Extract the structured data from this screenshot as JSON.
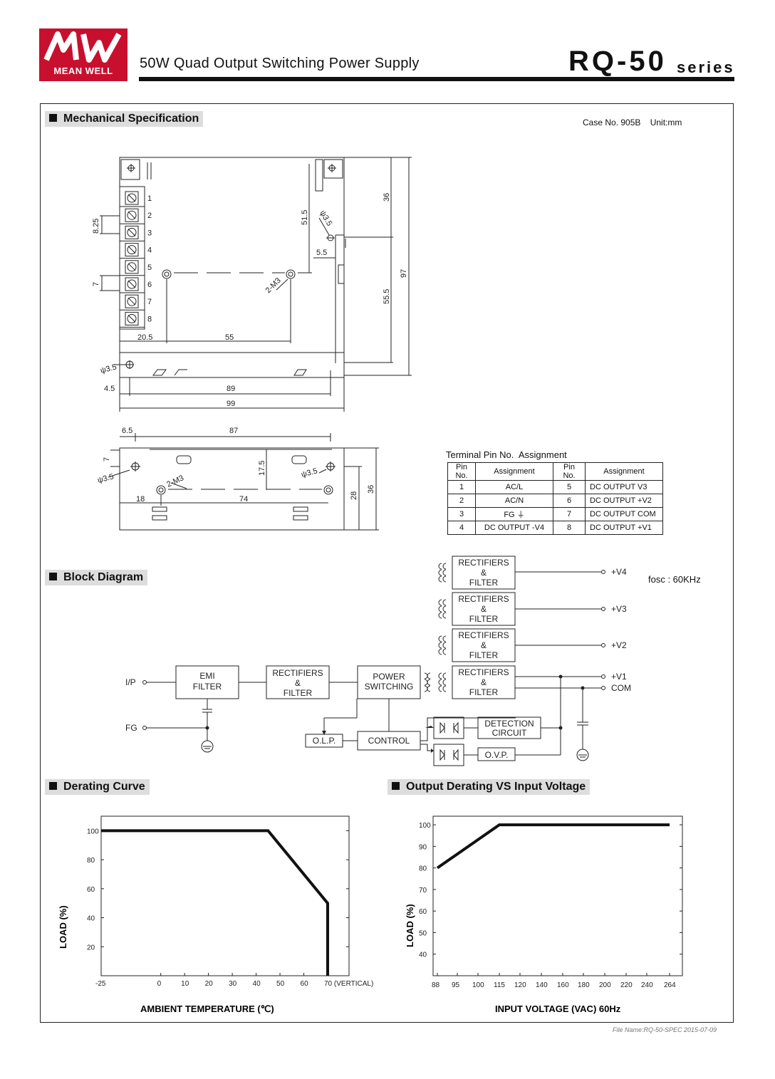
{
  "brand": {
    "name": "MEAN WELL",
    "color": "#c8102e"
  },
  "header": {
    "subtitle": "50W Quad Output Switching Power Supply",
    "model": "RQ-50",
    "series": "series"
  },
  "mechanical": {
    "title": "Mechanical Specification",
    "case_info": "Case No. 905B    Unit:mm",
    "terminal_numbers": [
      "1",
      "2",
      "3",
      "4",
      "5",
      "6",
      "7",
      "8"
    ],
    "dims_top": {
      "d36": "36",
      "d97": "97",
      "d515": "51.5",
      "d555": "55.5",
      "d55": "55",
      "d205": "20.5",
      "d825": "8.25",
      "d7": "7",
      "d89": "89",
      "d99": "99",
      "d45": "4.5",
      "d55s": "5.5",
      "hole1": "ψ3.5",
      "hole2": "ψ3.5",
      "m3": "2-M3"
    },
    "dims_side": {
      "d65": "6.5",
      "d87": "87",
      "d7": "7",
      "d175": "17.5",
      "d18": "18",
      "d74": "74",
      "d28": "28",
      "d36": "36",
      "hole1": "ψ3.5",
      "hole2": "ψ3.5",
      "m3": "2-M3"
    }
  },
  "terminal_table": {
    "title": "Terminal Pin No.  Assignment",
    "headers": [
      "Pin No.",
      "Assignment",
      "Pin No.",
      "Assignment"
    ],
    "rows": [
      [
        "1",
        "AC/L",
        "5",
        "DC OUTPUT V3"
      ],
      [
        "2",
        "AC/N",
        "6",
        "DC OUTPUT +V2"
      ],
      [
        "3",
        "FG ⏚",
        "7",
        "DC OUTPUT COM"
      ],
      [
        "4",
        "DC OUTPUT -V4",
        "8",
        "DC OUTPUT +V1"
      ]
    ]
  },
  "block_diagram": {
    "title": "Block Diagram",
    "fosc": "fosc : 60KHz",
    "ip": "I/P",
    "fg": "FG",
    "emi": [
      "EMI",
      "FILTER"
    ],
    "rect_in": [
      "RECTIFIERS",
      "&",
      "FILTER"
    ],
    "power": [
      "POWER",
      "SWITCHING"
    ],
    "rect_out": [
      "RECTIFIERS",
      "&",
      "FILTER"
    ],
    "olp": "O.L.P.",
    "control": "CONTROL",
    "detection": [
      "DETECTION",
      "CIRCUIT"
    ],
    "ovp": "O.V.P.",
    "outputs": [
      "+V4",
      "+V3",
      "+V2",
      "+V1",
      "COM"
    ]
  },
  "derating": {
    "title": "Derating Curve",
    "chart_data": {
      "type": "line",
      "x": [
        -25,
        45,
        70,
        70
      ],
      "values": [
        100,
        100,
        50,
        0
      ],
      "xlabel": "AMBIENT TEMPERATURE (℃)",
      "ylabel": "LOAD (%)",
      "x_ticks": [
        "-25",
        "0",
        "10",
        "20",
        "30",
        "40",
        "50",
        "60",
        "70 (VERTICAL)"
      ],
      "y_ticks": [
        "20",
        "40",
        "60",
        "80",
        "100"
      ],
      "xlim": [
        -25,
        70
      ],
      "ylim": [
        0,
        110
      ]
    }
  },
  "input_derating": {
    "title": "Output Derating VS Input Voltage",
    "chart_data": {
      "type": "line",
      "x": [
        88,
        115,
        264
      ],
      "values": [
        80,
        100,
        100
      ],
      "xlabel": "INPUT VOLTAGE (VAC) 60Hz",
      "ylabel": "LOAD (%)",
      "x_ticks": [
        "88",
        "95",
        "100",
        "115",
        "120",
        "140",
        "160",
        "180",
        "200",
        "220",
        "240",
        "264"
      ],
      "y_ticks": [
        "40",
        "50",
        "60",
        "70",
        "80",
        "90",
        "100"
      ],
      "ylim": [
        30,
        104
      ]
    }
  },
  "footer": "File Name:RQ-50-SPEC   2015-07-09"
}
